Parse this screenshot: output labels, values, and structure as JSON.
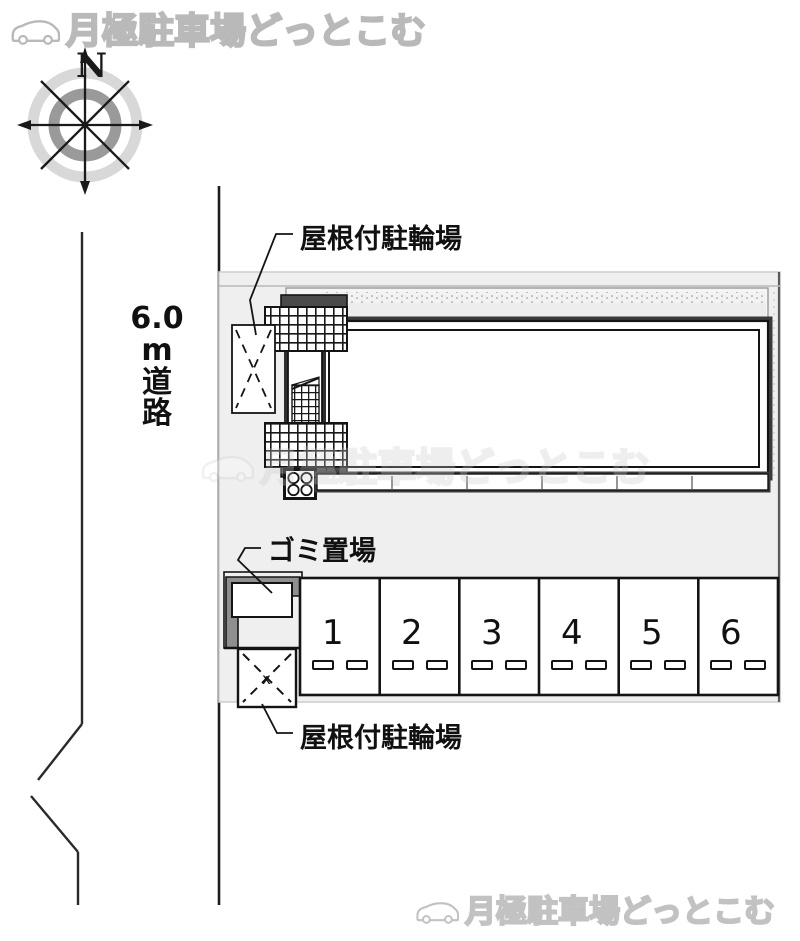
{
  "watermarks": {
    "top": {
      "text": "月極駐車場どっとこむ",
      "icon": "car-icon"
    },
    "bottom": {
      "text": "月極駐車場どっとこむ",
      "icon": "car-icon"
    },
    "middle": {
      "text": "月極駐車場どっとこむ",
      "icon": "car-icon"
    }
  },
  "compass": {
    "north_label": "N",
    "icon": "compass-rose-icon"
  },
  "map": {
    "road_label_line1": "6.0",
    "road_label_line2": "m",
    "road_label_line3": "道",
    "road_label_line4": "路",
    "labels": {
      "bike_parking_top": "屋根付駐輪場",
      "bike_parking_bottom": "屋根付駐輪場",
      "trash_area": "ゴミ置場"
    },
    "stalls": [
      {
        "number": "1"
      },
      {
        "number": "2"
      },
      {
        "number": "3"
      },
      {
        "number": "4"
      },
      {
        "number": "5"
      },
      {
        "number": "6"
      }
    ]
  },
  "colors": {
    "line": "#1a1a1a",
    "site_fill": "#efefef",
    "building_fill": "#ffffff",
    "wall_dark": "#3a3a3a",
    "hatch": "#222222",
    "watermark_outline": "#c2c2c2",
    "compass_ring_outer": "#d6d6d6",
    "compass_ring_inner": "#8d8d8d"
  }
}
